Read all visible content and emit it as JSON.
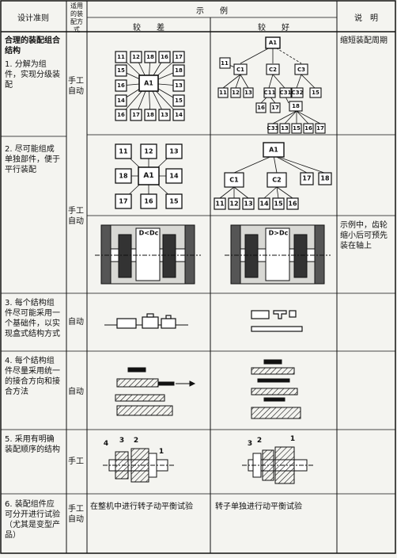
{
  "header": {
    "col_rule": "设计准则",
    "col_method": "适用的装配方式",
    "col_example": "示　　例",
    "col_bad": "较　　差",
    "col_good": "较　　好",
    "col_note": "说　明"
  },
  "rules": [
    {
      "title": "合理的装配组合结构",
      "sub": "1. 分解为组件，实现分级装配",
      "method": "手工自动",
      "note": "缩短装配周期"
    },
    {
      "sub": "2. 尽可能组成单独部件，便于平行装配",
      "method": "手工自动",
      "note": "示例中，齿轮缩小后可预先装在轴上"
    },
    {
      "sub": "3. 每个结构组件尽可能采用一个基础件，以实现盒式结构方式",
      "method": "自动"
    },
    {
      "sub": "4. 每个结构组件尽量采用统一的接合方向和接合方法",
      "method": "自动"
    },
    {
      "sub": "5. 采用有明确装配顺序的结构",
      "method": "手工"
    },
    {
      "sub": "6. 装配组件应可分开进行试验（尤其是变型产品）",
      "method": "手工自动"
    }
  ],
  "diagram_labels": {
    "center": "A1",
    "bad1_nodes": [
      "11",
      "12",
      "18",
      "16",
      "17",
      "15",
      "18",
      "16",
      "13",
      "14",
      "15",
      "16",
      "17",
      "18",
      "13",
      "14",
      "15",
      "16",
      "18"
    ],
    "good1_nodes": [
      "A1",
      "11",
      "C1",
      "C2",
      "C3",
      "11",
      "12",
      "13",
      "C11",
      "C31",
      "C32",
      "15",
      "16",
      "17",
      "18",
      "C33",
      "13",
      "15",
      "16",
      "17",
      "18"
    ],
    "bad2_nodes": [
      "11",
      "12",
      "13",
      "18",
      "14",
      "17",
      "16",
      "15"
    ],
    "good2_nodes": [
      "A1",
      "C1",
      "C2",
      "17",
      "18",
      "11",
      "12",
      "13",
      "14",
      "15",
      "16"
    ],
    "gear_bad": "D<Dc",
    "gear_good": "D>Dc",
    "r5_bad_nums": [
      "4",
      "3",
      "2",
      "1"
    ],
    "r5_good_nums": [
      "3",
      "2",
      "1"
    ]
  },
  "r6": {
    "bad": "在整机中进行转子动平衡试验",
    "good": "转子单独进行动平衡试验"
  }
}
